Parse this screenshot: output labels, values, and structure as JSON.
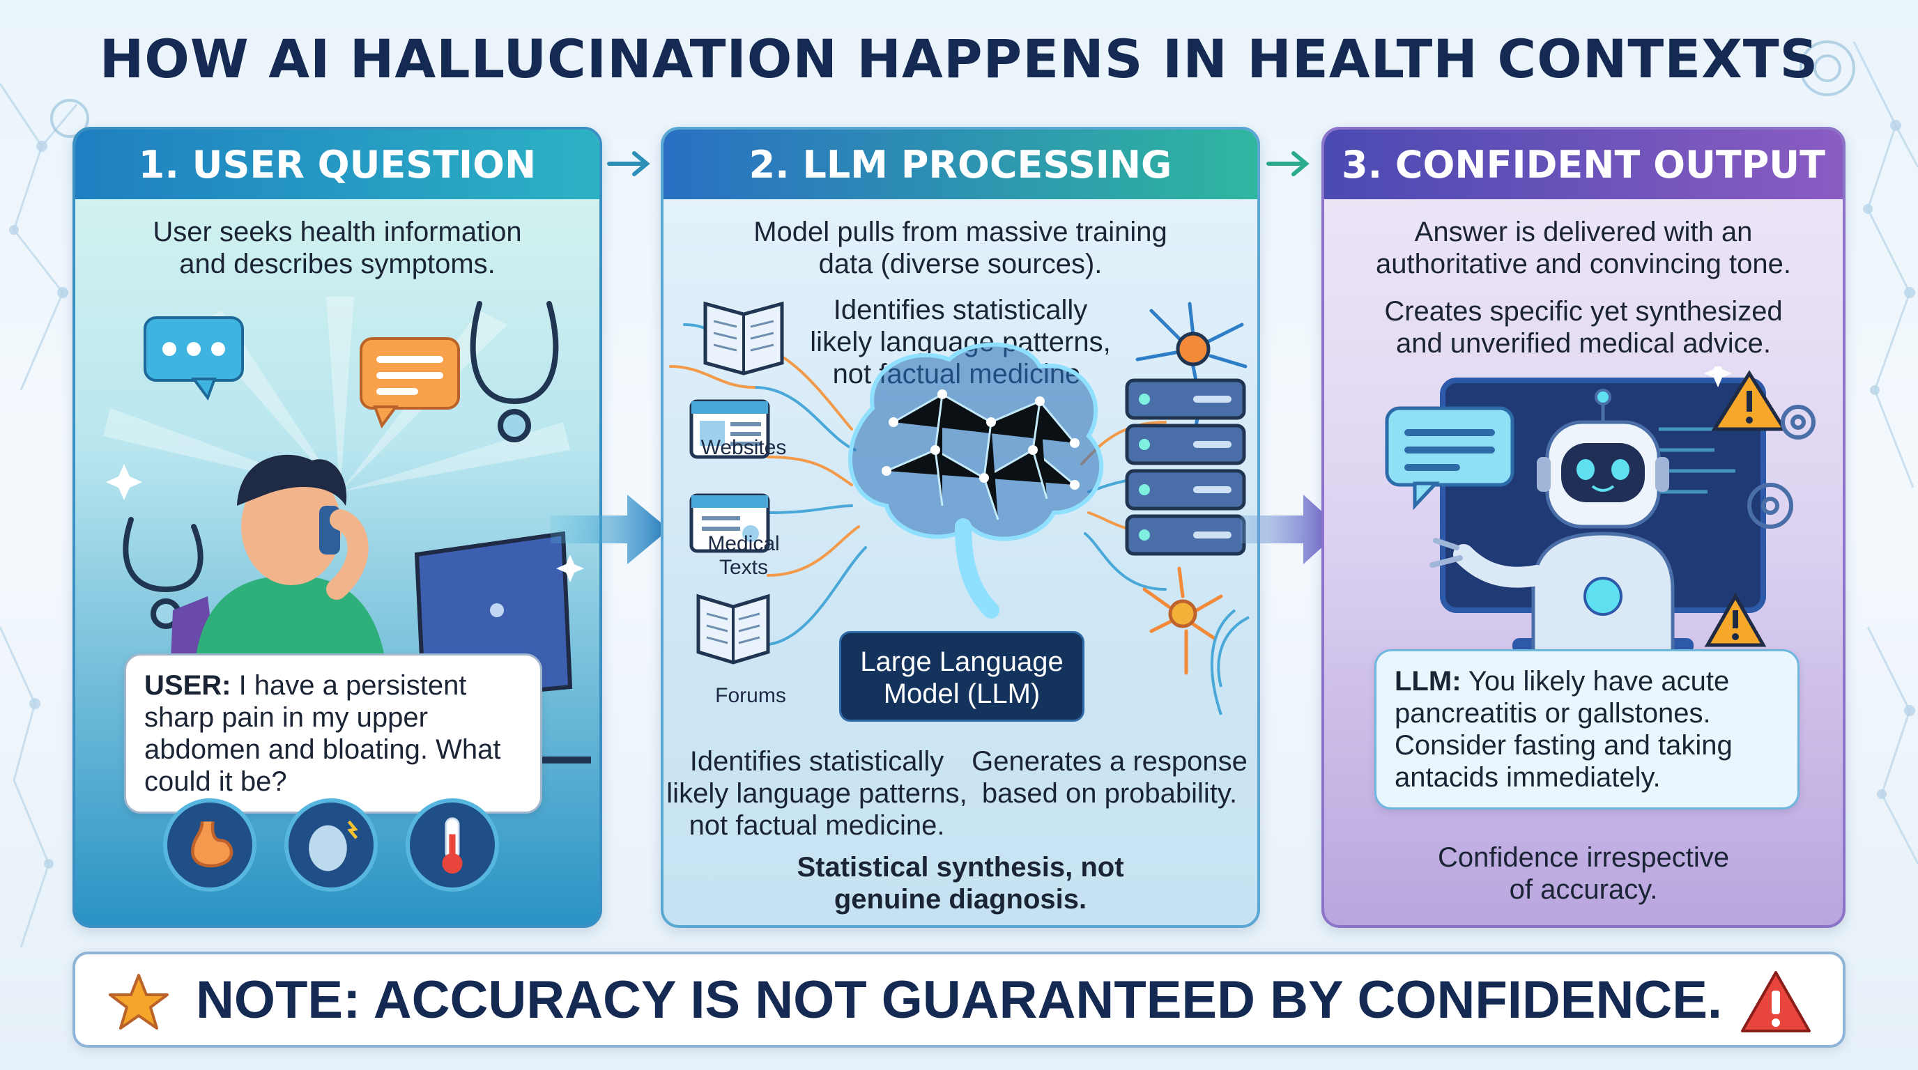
{
  "title": "HOW AI HALLUCINATION HAPPENS IN HEALTH CONTEXTS",
  "panels": [
    {
      "heading": "1. USER QUESTION",
      "desc": [
        "User seeks health information",
        "and describes symptoms."
      ],
      "bubble_label": "USER:",
      "bubble_text": " I have a persistent sharp pain in my upper abdomen and bloating. What could it be?"
    },
    {
      "heading": "2. LLM PROCESSING",
      "desc": [
        "Model pulls from massive training",
        "data (diverse sources)."
      ],
      "top_note": [
        "Identifies statistically",
        "likely language patterns,",
        "not factual medicine."
      ],
      "sources": [
        "Websites",
        "Medical",
        "Texts",
        "Forums"
      ],
      "llm_label": [
        "Large Language",
        "Model (LLM)"
      ],
      "bottom_left": [
        "Identifies statistically",
        "likely language patterns,",
        "not factual medicine."
      ],
      "bottom_right": [
        "Generates a response",
        "based on probability."
      ],
      "summary": [
        "Statistical synthesis, not",
        "genuine diagnosis."
      ]
    },
    {
      "heading": "3. CONFIDENT OUTPUT",
      "desc": [
        "Answer is delivered with an",
        "authoritative and convincing tone."
      ],
      "desc2": [
        "Creates specific yet synthesized",
        "and unverified medical advice."
      ],
      "bubble_label": "LLM:",
      "bubble_text": " You likely have acute pancreatitis or gallstones. Consider fasting and taking antacids immediately.",
      "footer": [
        "Confidence irrespective",
        "of accuracy."
      ]
    }
  ],
  "note": "NOTE: ACCURACY IS NOT GUARANTEED BY CONFIDENCE.",
  "colors": {
    "title": "#152a52",
    "panel1_accent": "#1f7fc1",
    "panel2_accent": "#2a6fc2",
    "panel3_accent": "#6a4fc0",
    "warning": "#e8453c",
    "star": "#f4a52a"
  }
}
